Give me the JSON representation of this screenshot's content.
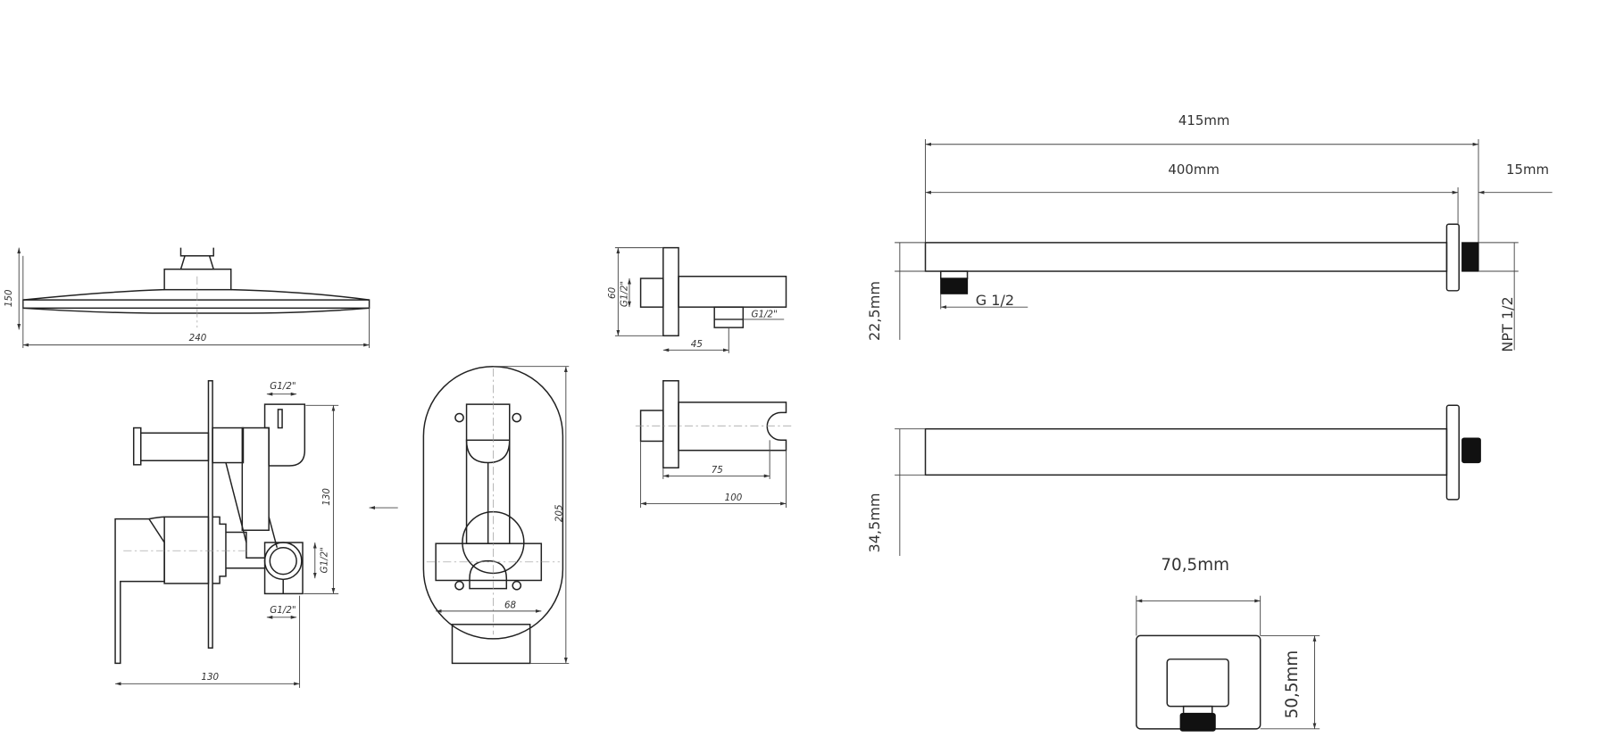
{
  "shower_head": {
    "height_label": "150",
    "width_label": "240"
  },
  "mixer_side": {
    "top_thread": "G1/2\"",
    "side_thread": "G1/2\"",
    "bottom_thread": "G1/2\"",
    "height_label": "130",
    "depth_label": "130"
  },
  "mixer_front": {
    "height_label": "205",
    "width_label": "68"
  },
  "wall_outlet": {
    "height_label": "60",
    "inlet_thread": "G1/2\"",
    "outlet_thread": "G1/2\"",
    "outlet_offset_label": "45",
    "holder_offset_label": "75",
    "length_label": "100"
  },
  "shower_arm": {
    "total_length": "415mm",
    "arm_length": "400mm",
    "flange_length": "15mm",
    "outlet_thread": "G 1/2",
    "inlet_thread": "NPT 1/2",
    "side_height": "22,5mm",
    "top_height": "34,5mm",
    "flange_width": "70,5mm",
    "flange_height": "50,5mm"
  }
}
